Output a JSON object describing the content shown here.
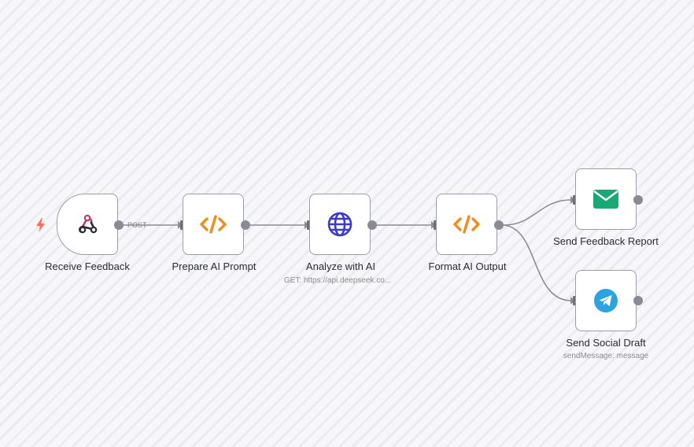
{
  "nodes": {
    "receive_feedback": {
      "label": "Receive Feedback",
      "icon": "webhook-icon"
    },
    "prepare_prompt": {
      "label": "Prepare AI Prompt",
      "icon": "code-icon"
    },
    "analyze_ai": {
      "label": "Analyze with AI",
      "subtitle": "GET: https://api.deepseek.co...",
      "icon": "globe-icon"
    },
    "format_output": {
      "label": "Format AI Output",
      "icon": "code-icon"
    },
    "send_report": {
      "label": "Send Feedback Report",
      "icon": "email-icon"
    },
    "send_social": {
      "label": "Send Social Draft",
      "subtitle": "sendMessage: message",
      "icon": "telegram-icon"
    }
  },
  "edges": {
    "webhook_method": "POST"
  },
  "colors": {
    "code": "#f28c1b",
    "globe": "#3b3ccf",
    "email": "#1aa876",
    "telegram": "#2aa3e0",
    "trigger": "#ff6d5a"
  }
}
